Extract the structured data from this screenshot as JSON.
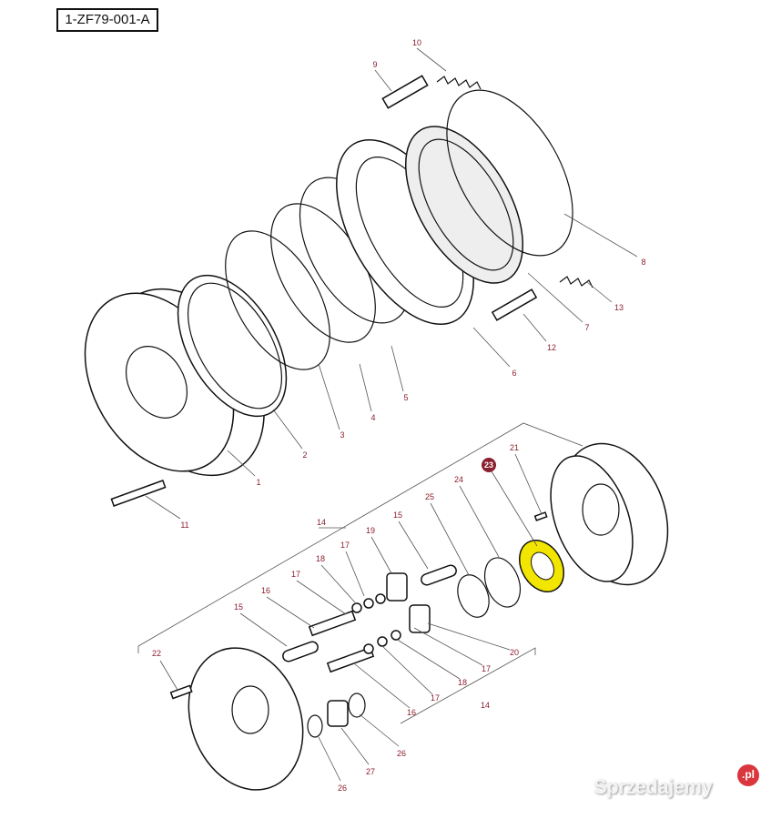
{
  "diagram_id": "1-ZF79-001-A",
  "highlight_color": "#f2e600",
  "label_color": "#8a1f2e",
  "callouts": [
    "10",
    "9",
    "8",
    "13",
    "7",
    "12",
    "6",
    "5",
    "4",
    "3",
    "2",
    "1",
    "11",
    "21",
    "23",
    "24",
    "25",
    "15",
    "14",
    "19",
    "17",
    "18",
    "17",
    "16",
    "15",
    "20",
    "17",
    "18",
    "17",
    "14",
    "16",
    "22",
    "26",
    "27",
    "26"
  ],
  "selected_callout": "23",
  "watermark": {
    "text": "Sprzedajemy",
    "suffix": ".pl"
  }
}
